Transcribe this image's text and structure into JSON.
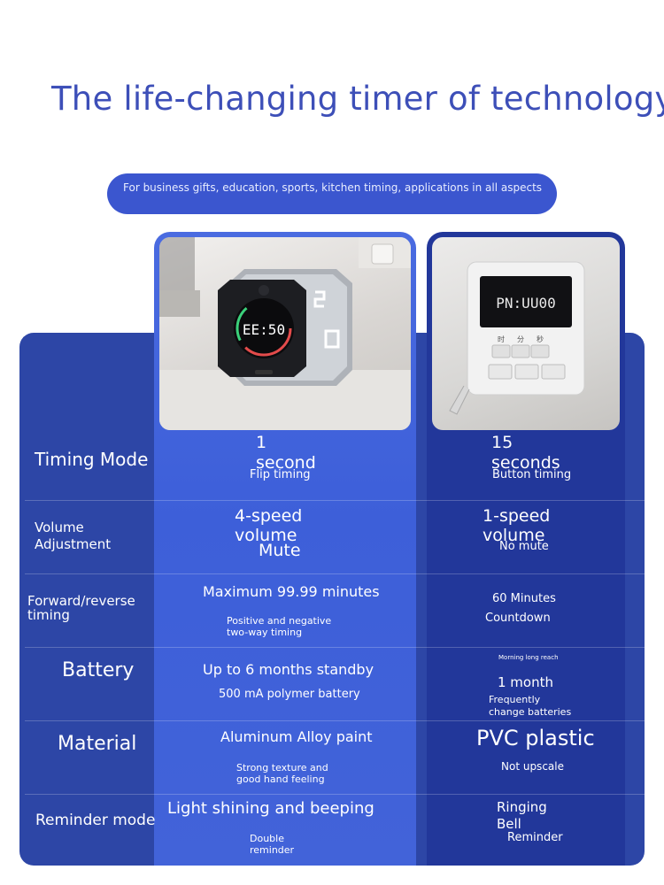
{
  "title": "The life-changing timer of technology",
  "subtitle": "For business gifts, education, sports, kitchen timing, applications in all aspects",
  "products": {
    "left_display": "EE:50",
    "right_display": "PN:UU00",
    "right_buttons": [
      "时",
      "分",
      "秒"
    ]
  },
  "rows": [
    {
      "label": "Timing Mode",
      "mid_main": [
        "1",
        "second"
      ],
      "mid_sub": "Flip timing",
      "right_main": [
        "15",
        "seconds"
      ],
      "right_sub": "Button timing"
    },
    {
      "label": [
        "Volume",
        "Adjustment"
      ],
      "mid_main": [
        "4-speed",
        "volume"
      ],
      "mid_sub": "Mute",
      "right_main": [
        "1-speed",
        "volume"
      ],
      "right_sub": "No mute"
    },
    {
      "label": [
        "Forward/reverse",
        "timing"
      ],
      "mid_main": "Maximum 99.99 minutes",
      "mid_sub": [
        "Positive and negative",
        "two-way timing"
      ],
      "right_main": "60 Minutes",
      "right_sub": "Countdown"
    },
    {
      "label": "Battery",
      "mid_main": "Up to 6 months standby",
      "mid_sub": "500 mA polymer battery",
      "right_top": "Morning long reach",
      "right_main": "1 month",
      "right_sub": [
        "Frequently",
        "change batteries"
      ]
    },
    {
      "label": "Material",
      "mid_main": "Aluminum Alloy paint",
      "mid_sub": [
        "Strong texture and",
        "good hand feeling"
      ],
      "right_main": "PVC plastic",
      "right_sub": "Not upscale"
    },
    {
      "label": "Reminder mode",
      "mid_main": "Light shining and beeping",
      "mid_sub": [
        "Double",
        "reminder"
      ],
      "right_main": [
        "Ringing",
        "Bell"
      ],
      "right_sub": "Reminder"
    }
  ]
}
